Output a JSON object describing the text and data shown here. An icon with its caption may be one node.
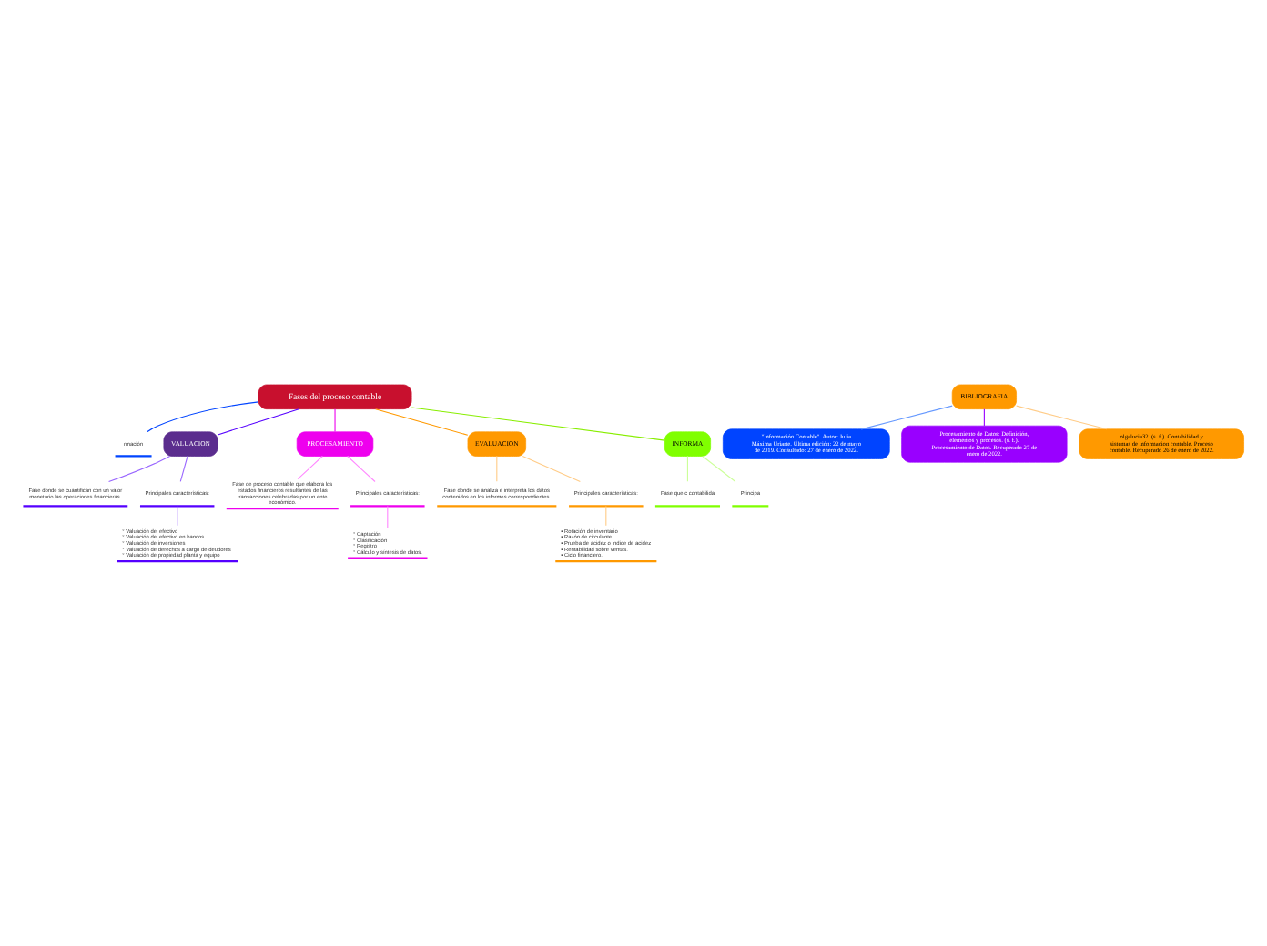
{
  "diagram": {
    "nodes": [
      {
        "text": [
          "Fases del proceso contable"
        ]
      },
      {
        "text": [
          "rmación"
        ]
      },
      {
        "text": [
          "VALUACION"
        ]
      },
      {
        "text": [
          "Fase donde se cuantifican con un valor monetario las operaciones financieras."
        ]
      },
      {
        "text": [
          "Principales características:"
        ]
      },
      {
        "text": [
          "° Valuación del efectivo ° Valuación del efectivo en bancos ° Valuación de inversiones ° Valuación de derechos a cargo de deudores ° Valuación de propiedad planta y equipo"
        ]
      },
      {
        "text": [
          "PROCESAMIENTO"
        ]
      },
      {
        "text": [
          "Fase de proceso contable que elabora los estados financieros resultantes de las transacciones celebradas por un ente económico."
        ]
      },
      {
        "text": [
          "Principales características:"
        ]
      },
      {
        "text": [
          "° Captación ° Clasificación ° Registro ° Cálculo y síntesis de datos."
        ]
      },
      {
        "text": [
          "EVALUACION"
        ]
      },
      {
        "text": [
          "Fase donde se analiza e interpreta los datos contenidos en los informes correspondientes."
        ]
      },
      {
        "text": [
          "Principales características:"
        ]
      },
      {
        "text": [
          "▪ Rotación de inventario ▪ Razón de circulante. ▪ Prueba de acidez o índice de acidez ▪ Rentabilidad sobre ventas. ▪ Ciclo financiero."
        ]
      },
      {
        "text": [
          "INFORMA"
        ]
      },
      {
        "text": [
          "Fase que c contabilida"
        ]
      },
      {
        "text": [
          "Principa"
        ]
      },
      {
        "text": [
          "BIBLIOGRAFIA"
        ]
      },
      {
        "text": [
          "\"Información Contable\". Autor: Julia Máxima Uriarte. Última edición: 22 de mayo de 2019. Consultado: 27 de enero de 2022."
        ]
      },
      {
        "text": [
          "Procesamiento de Datos: Definición, elementos y procesos. (s. f.). Procesamiento de Datos. Recuperado 27 de enero de 2022."
        ]
      },
      {
        "text": [
          "olgalucia32. (s. f.). Contabilidad y sistemas de informacion contable. Proceso contable. Recuperado 26 de enero de 2022."
        ]
      }
    ],
    "edges": [
      {
        "from": 0,
        "to": 1,
        "arrow": "none",
        "color": "#0044ff"
      },
      {
        "from": 0,
        "to": 2,
        "arrow": "none",
        "color": "#5500ff"
      },
      {
        "from": 2,
        "to": 3,
        "arrow": "none",
        "color": "#9966ff"
      },
      {
        "from": 2,
        "to": 4,
        "arrow": "none",
        "color": "#9966ff"
      },
      {
        "from": 4,
        "to": 5,
        "arrow": "none",
        "color": "#9966ff"
      },
      {
        "from": 0,
        "to": 6,
        "arrow": "none",
        "color": "#ee00ee"
      },
      {
        "from": 6,
        "to": 7,
        "arrow": "none",
        "color": "#ff88ff"
      },
      {
        "from": 6,
        "to": 8,
        "arrow": "none",
        "color": "#ff88ff"
      },
      {
        "from": 8,
        "to": 9,
        "arrow": "none",
        "color": "#ff88ff"
      },
      {
        "from": 0,
        "to": 10,
        "arrow": "none",
        "color": "#ff9900"
      },
      {
        "from": 10,
        "to": 11,
        "arrow": "none",
        "color": "#ffcc88"
      },
      {
        "from": 10,
        "to": 12,
        "arrow": "none",
        "color": "#ffcc88"
      },
      {
        "from": 12,
        "to": 13,
        "arrow": "none",
        "color": "#ffcc88"
      },
      {
        "from": 0,
        "to": 14,
        "arrow": "none",
        "color": "#88ee00"
      },
      {
        "from": 14,
        "to": 15,
        "arrow": "none",
        "color": "#ccff99"
      },
      {
        "from": 14,
        "to": 16,
        "arrow": "none",
        "color": "#ccff99"
      },
      {
        "from": 17,
        "to": 18,
        "arrow": "none",
        "color": "#6699ff"
      },
      {
        "from": 17,
        "to": 19,
        "arrow": "none",
        "color": "#9900ff"
      },
      {
        "from": 17,
        "to": 20,
        "arrow": "none",
        "color": "#ffcc88"
      }
    ]
  }
}
